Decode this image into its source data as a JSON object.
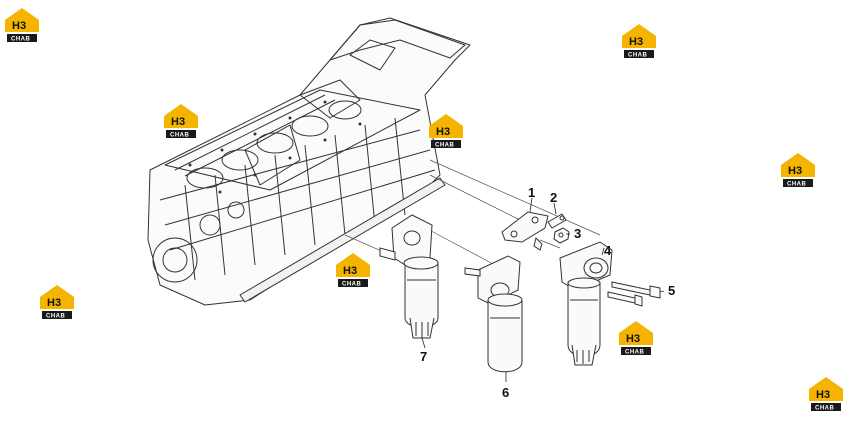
{
  "diagram": {
    "callouts": [
      "1",
      "2",
      "3",
      "4",
      "5",
      "6",
      "7"
    ]
  },
  "watermark": {
    "text_main": "H3",
    "text_sub": "CHAB",
    "accent_color": "#f4b400",
    "icon": "house-logo-icon"
  },
  "colors": {
    "line": "#333333",
    "background": "#ffffff"
  }
}
